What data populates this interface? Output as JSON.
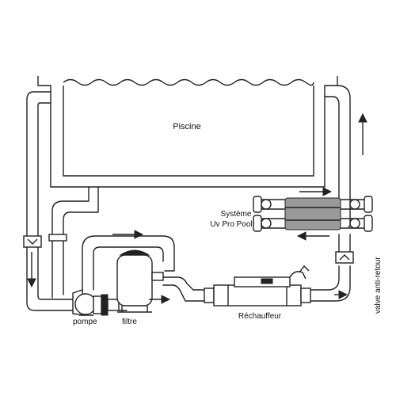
{
  "labels": {
    "pool": "Piscine",
    "uv_system_line1": "Système",
    "uv_system_line2": "Uv Pro Pool",
    "pump": "pompe",
    "filter": "filtre",
    "heater": "Réchauffeur",
    "check_valve": "valve anti-retour"
  },
  "colors": {
    "line": "#222222",
    "uv_body": "#9a9a9a",
    "background": "#ffffff"
  },
  "icons": [
    "flow-arrow-icon",
    "check-valve-icon",
    "water-wave-icon"
  ]
}
